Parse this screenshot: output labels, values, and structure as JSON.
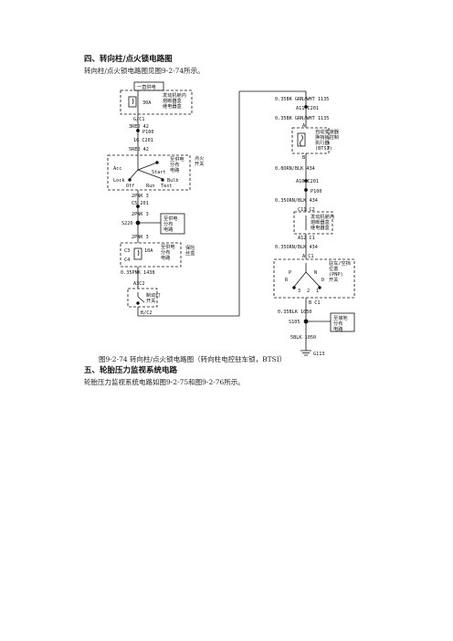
{
  "section4": {
    "heading": "四、转向柱/点火锁电路图",
    "para": "转向柱/点火锁电路图见图9-2-74所示。"
  },
  "diagram": {
    "top_label": "一直供电",
    "left": {
      "module_text": [
        "发动机舱内",
        "熔断器盒",
        "继电器盒"
      ],
      "fuse_label": "30A",
      "conn_c1": "G/C1",
      "w1_label": "3RED 42",
      "p100": "P100",
      "c201_1": "16 C201",
      "w2_label": "5RED 42",
      "ign_desc": [
        "点火",
        "开关"
      ],
      "ign_pos": {
        "acc": "Acc",
        "lock": "Lock",
        "start": "Start",
        "off": "Off",
        "run": "Run",
        "bulb": "Bulb",
        "test": "Test"
      },
      "ign_box_text": [
        "至供电",
        "分布",
        "电路"
      ],
      "w3_label": "2PNK 3",
      "c201_2": "C5 201",
      "w4_label": "2PNK 3",
      "s220": "S220",
      "s220_ref": [
        "至供电",
        "分布",
        "电路"
      ],
      "w5_label": "2PNK 3",
      "fuse_c": [
        "C3",
        "10A",
        "C4"
      ],
      "fuse_c_text": [
        "至供电",
        "分布",
        "电路"
      ],
      "fuse_desc": [
        "保险",
        "丝盒"
      ],
      "w6_label": "0.35PNK 1438",
      "sw_conn_top": "A3C2",
      "sw_desc": [
        "制动灯",
        "开关"
      ],
      "sw_conn_bot": "B/C2"
    },
    "right": {
      "w1": "0.35BK GRN/WHT 1135",
      "c201_a": "A11 C201",
      "w2": "0.35BK GRN/WHT 1135",
      "conn_a": "A",
      "actuator_text": [
        "自动变速器",
        "换挡锁控制",
        "执行器",
        "(BTSI)"
      ],
      "conn_b": "B",
      "w3": "0.8ORN/BLK 434",
      "c201_b": "A10 C201",
      "p100": "P100",
      "w4": "0.35ORN/BLK 434",
      "conn_c11": "C11 C2",
      "module_text": [
        "发动机舱内",
        "熔断器盒",
        "继电器盒"
      ],
      "conn_a12": "A12 C1",
      "w5": "0.35ORN/BLK 434",
      "conn_a1": "A C1",
      "switch_text": [
        "驻车/空挡",
        "位置",
        "(PNP)",
        "开关"
      ],
      "switch_letters": [
        "P",
        "R",
        "N",
        "D",
        "3",
        "2",
        "1"
      ],
      "conn_bc1": "B C1",
      "w6": "0.35BLK 1050",
      "s105": "S105",
      "s105_ref": [
        "至接地",
        "分布",
        "电路"
      ],
      "w7": "5BLK 1050",
      "g113": "G113"
    }
  },
  "caption": "图9-2-74    转向柱/点火锁电路图（转向柱电控驻车锁，BTSI）",
  "section5": {
    "heading": "五、轮胎压力监视系统电路",
    "para": "轮胎压力监视系统电路如图9-2-75和图9-2-76所示。"
  }
}
